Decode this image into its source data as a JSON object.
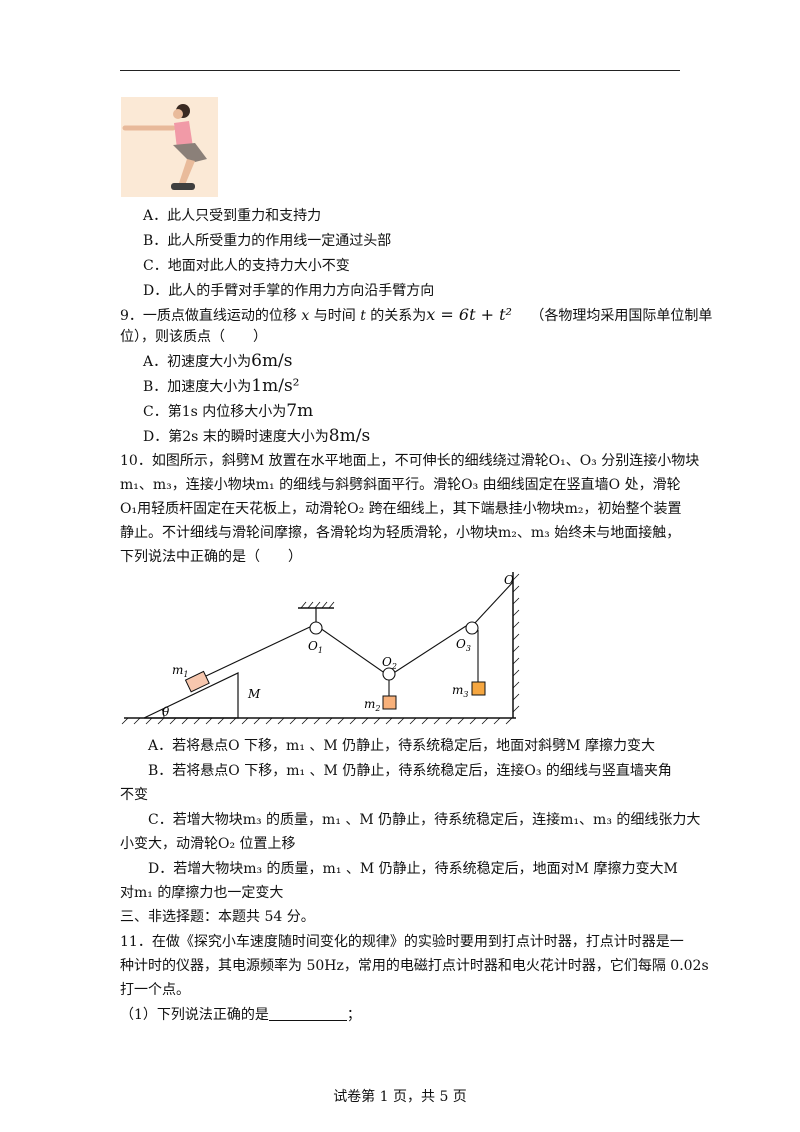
{
  "q8_options": [
    "A．此人只受到重力和支持力",
    "B．此人所受重力的作用线一定通过头部",
    "C．地面对此人的支持力大小不变",
    "D．此人的手臂对手掌的作用力方向沿手臂方向"
  ],
  "q9": {
    "stem_a": "9．一质点做直线运动的位移",
    "var_x": "x",
    "stem_b": "与时间",
    "var_t": "t",
    "stem_c": "的关系为",
    "equation": "x = 6t + t²",
    "stem_d": "（各物理均采用国际单位制单",
    "stem_e": "位），则该质点（　　）",
    "options": [
      {
        "prefix": "A．初速度大小为",
        "value": "6m/s"
      },
      {
        "prefix": "B．加速度大小为",
        "value": "1m/s²"
      },
      {
        "prefix": "C．第1s 内位移大小为",
        "value": "7m"
      },
      {
        "prefix": "D．第2s 末的瞬时速度大小为",
        "value": "8m/s"
      }
    ]
  },
  "q10": {
    "lines": [
      "10．如图所示，斜劈M 放置在水平地面上，不可伸长的细线绕过滑轮O₁、O₃ 分别连接小物块",
      "m₁、m₃，连接小物块m₁ 的细线与斜劈斜面平行。滑轮O₃ 由细线固定在竖直墙O 处，滑轮",
      "O₁用轻质杆固定在天花板上，动滑轮O₂ 跨在细线上，其下端悬挂小物块m₂，初始整个装置",
      "静止。不计细线与滑轮间摩擦，各滑轮均为轻质滑轮，小物块m₂、m₃ 始终未与地面接触，",
      "下列说法中正确的是（　　）"
    ],
    "diagram_labels": {
      "O": "O",
      "O1": "O",
      "O1_sub": "1",
      "O2": "O",
      "O2_sub": "2",
      "O3": "O",
      "O3_sub": "3",
      "m1": "m",
      "m1_sub": "1",
      "m2": "m",
      "m2_sub": "2",
      "m3": "m",
      "m3_sub": "3",
      "M": "M",
      "theta": "θ"
    },
    "options": [
      "A．若将悬点O 下移，m₁ 、M 仍静止，待系统稳定后，地面对斜劈M 摩擦力变大",
      "B．若将悬点O 下移，m₁ 、M 仍静止，待系统稳定后，连接O₃ 的细线与竖直墙夹角",
      "不变",
      "C．若增大物块m₃ 的质量，m₁ 、M 仍静止，待系统稳定后，连接m₁、m₃ 的细线张力大",
      "小变大，动滑轮O₂ 位置上移",
      "D．若增大物块m₃ 的质量，m₁ 、M 仍静止，待系统稳定后，地面对M 摩擦力变大M",
      "对m₁ 的摩擦力也一定变大"
    ]
  },
  "section3": "三、非选择题：本题共 54 分。",
  "q11": {
    "lines": [
      "11．在做《探究小车速度随时间变化的规律》的实验时要用到打点计时器，打点计时器是一",
      "种计时的仪器，其电源频率为 50Hz，常用的电磁打点计时器和电火花计时器，它们每隔 0.02s",
      "打一个点。"
    ],
    "sub1": "（1）下列说法正确的是",
    "sub1_end": "；"
  },
  "footer": "试卷第 1 页，共 5 页"
}
